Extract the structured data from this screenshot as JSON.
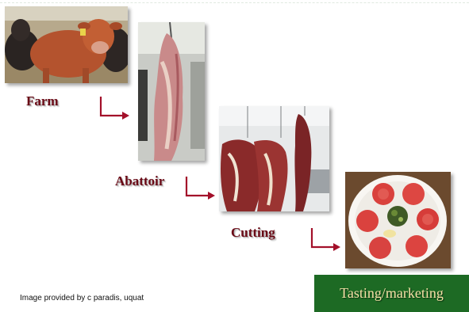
{
  "steps": [
    {
      "label": "Farm",
      "image": "calves-in-pen"
    },
    {
      "label": "Abattoir",
      "image": "hanging-carcass"
    },
    {
      "label": "Cutting",
      "image": "beef-quarters-on-hooks"
    },
    {
      "label": "Tasting/marketing",
      "image": "plated-beef-slices"
    }
  ],
  "credit": "Image provided by c paradis, uquat",
  "colors": {
    "label": "#6a0a16",
    "arrow": "#a3102a",
    "banner_bg": "#1d6a24",
    "banner_text": "#f6e2a8"
  }
}
